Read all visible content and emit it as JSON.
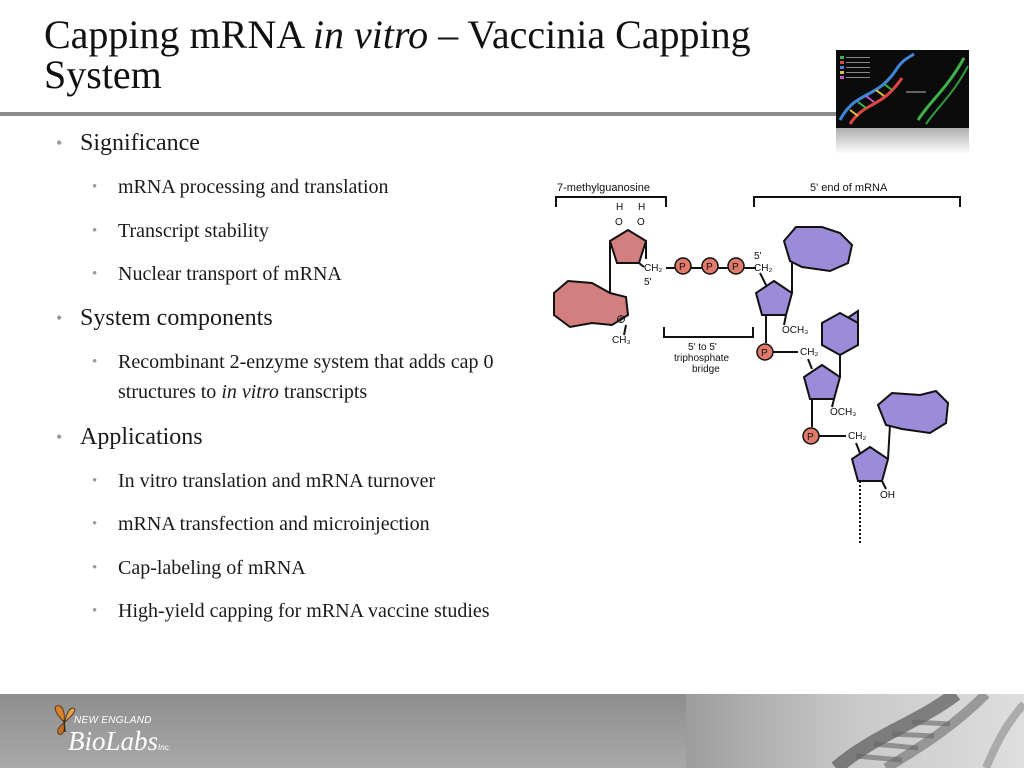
{
  "title": {
    "line_part1": "Capping mRNA ",
    "line_italic": "in vitro",
    "line_part2": " – Vaccinia Capping System"
  },
  "bullets": [
    {
      "label": "Significance",
      "items": [
        {
          "text": "mRNA processing and translation"
        },
        {
          "text": "Transcript stability"
        },
        {
          "text": "Nuclear transport of mRNA"
        }
      ]
    },
    {
      "label": "System components",
      "items": [
        {
          "text_before": "Recombinant 2-enzyme system that adds cap 0 structures to ",
          "italic": "in vitro",
          "text_after": " transcripts"
        }
      ]
    },
    {
      "label": "Applications",
      "items": [
        {
          "text": "In vitro translation and mRNA turnover"
        },
        {
          "text": "mRNA transfection and microinjection"
        },
        {
          "text": "Cap-labeling of mRNA"
        },
        {
          "text": "High-yield capping for mRNA vaccine studies"
        }
      ]
    }
  ],
  "diagram": {
    "label_7mg": "7-methylguanosine",
    "label_5end": "5' end of mRNA",
    "h": "H",
    "o": "O",
    "ch2": "CH₂",
    "five_prime": "5'",
    "p": "P",
    "plus": "⊕",
    "ch3": "CH₃",
    "och3": "OCH₃",
    "oh": "OH",
    "bridge_line1": "5' to 5'",
    "bridge_line2": "triphosphate",
    "bridge_line3": "bridge",
    "colors": {
      "purine_red": "#d47f7f",
      "mrna_purple": "#9b8bd8",
      "phosphate": "#e07a6a"
    }
  },
  "footer": {
    "logo_top": "NEW ENGLAND",
    "logo_main": "BioLabs",
    "logo_inc": "Inc."
  }
}
